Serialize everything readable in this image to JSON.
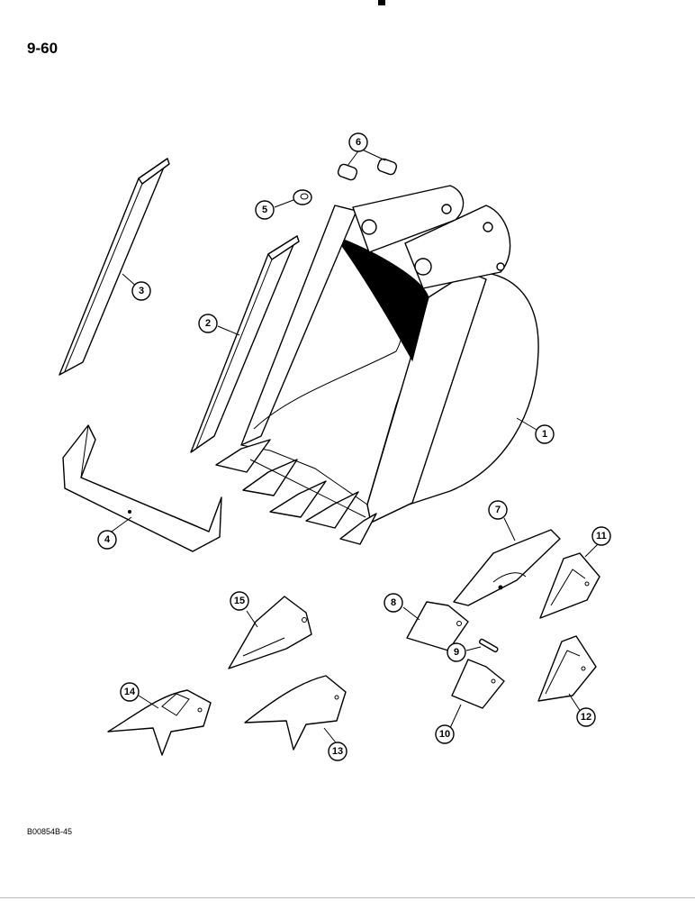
{
  "page_number": "9-60",
  "figure_code": "B00854B-45",
  "callouts": [
    "1",
    "2",
    "3",
    "4",
    "5",
    "6",
    "7",
    "8",
    "9",
    "10",
    "11",
    "12",
    "13",
    "14",
    "15"
  ]
}
